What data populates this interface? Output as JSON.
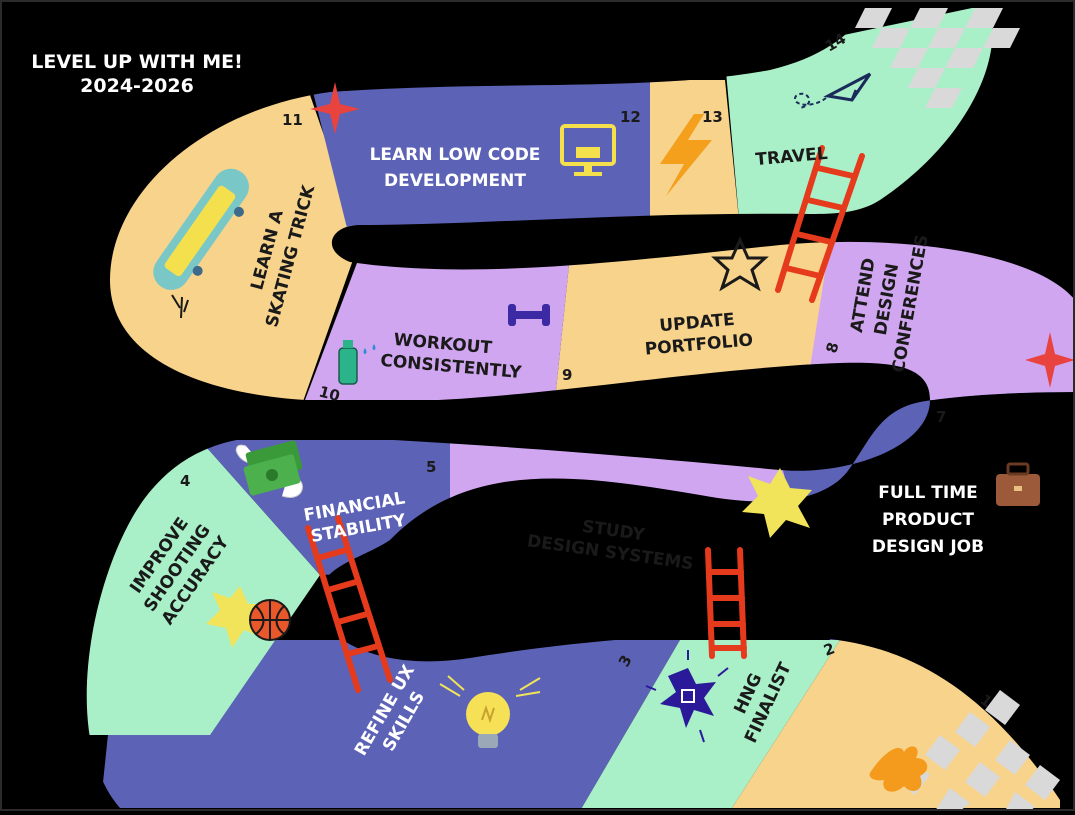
{
  "header": {
    "line1": "LEVEL UP WITH ME!",
    "line2": "2024-2026"
  },
  "colors": {
    "background": "#000000",
    "periwinkle": "#5c62b5",
    "peach": "#f7d38c",
    "mint": "#a9f0c8",
    "lavender": "#d0a6f0",
    "ladder": "#e53a1b",
    "sparkle_red": "#e8433f",
    "burst_yellow": "#f1e45a",
    "checker_light": "#d9d9d9"
  },
  "tiles": [
    {
      "number": "1",
      "lines": []
    },
    {
      "number": "2",
      "lines": []
    },
    {
      "number": "3",
      "lines": [
        "HNG",
        "FINALIST"
      ]
    },
    {
      "number": "",
      "lines": [
        "REFINE UX",
        "SKILLS"
      ]
    },
    {
      "number": "4",
      "lines": [
        "IMPROVE",
        "SHOOTING",
        "ACCURACY"
      ]
    },
    {
      "number": "5",
      "lines": [
        "FINANCIAL",
        "STABILITY"
      ]
    },
    {
      "number": "",
      "lines": [
        "STUDY",
        "DESIGN SYSTEMS"
      ]
    },
    {
      "number": "7",
      "lines": [
        "FULL TIME",
        "PRODUCT",
        "DESIGN JOB"
      ]
    },
    {
      "number": "8",
      "lines": [
        "ATTEND",
        "DESIGN",
        "CONFERENCES"
      ]
    },
    {
      "number": "9",
      "lines": [
        "UPDATE",
        "PORTFOLIO"
      ]
    },
    {
      "number": "10",
      "lines": [
        "WORKOUT",
        "CONSISTENTLY"
      ]
    },
    {
      "number": "11",
      "lines": [
        "LEARN A",
        "SKATING TRICK"
      ]
    },
    {
      "number": "12",
      "lines": [
        "LEARN LOW CODE",
        "DEVELOPMENT"
      ]
    },
    {
      "number": "13",
      "lines": []
    },
    {
      "number": "14",
      "lines": [
        "TRAVEL"
      ]
    }
  ],
  "icons": {
    "skateboard": "skateboard-icon",
    "code_monitor": "code-monitor-icon",
    "lightning": "lightning-icon",
    "paper_plane": "paper-plane-icon",
    "star_outline": "star-outline-icon",
    "dumbbell": "dumbbell-icon",
    "water_bottle": "water-bottle-icon",
    "briefcase": "briefcase-icon",
    "flying_money": "flying-money-icon",
    "basketball": "basketball-icon",
    "lightbulb": "lightbulb-icon",
    "hng_badge": "hng-badge-icon",
    "sparkle": "sparkle-icon",
    "burst": "burst-icon",
    "ladder": "ladder-icon",
    "hand": "hand-icon"
  }
}
